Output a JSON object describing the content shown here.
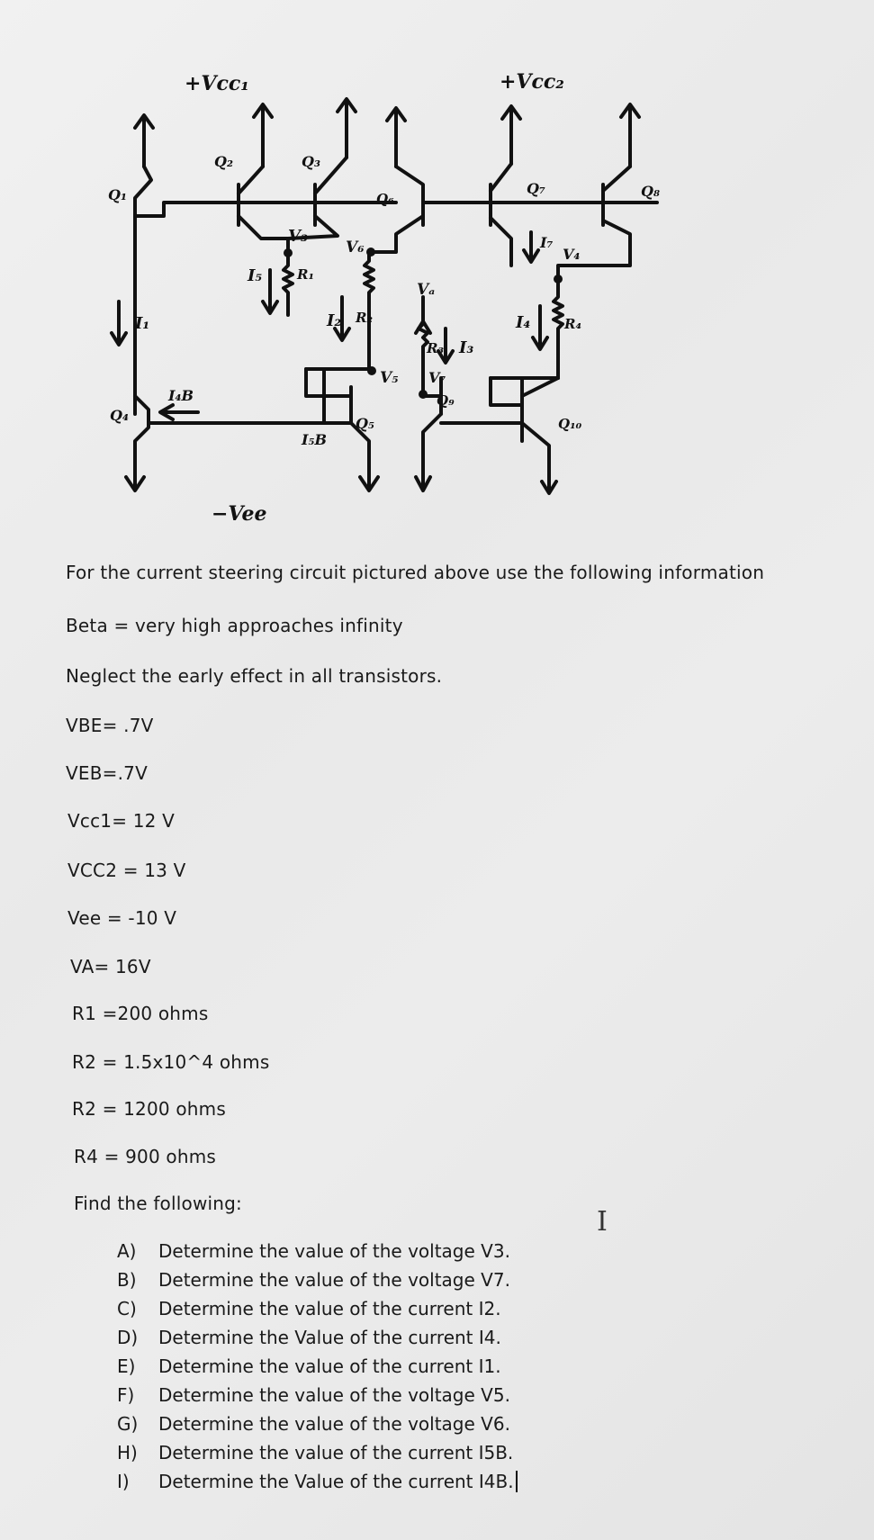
{
  "circuit": {
    "labels": {
      "vcc1": "+Vcc₁",
      "vcc2": "+Vcc₂",
      "vee": "−Vee",
      "q1": "Q₁",
      "q2": "Q₂",
      "q3": "Q₃",
      "q4": "Q₄",
      "q5": "Q₅",
      "q6": "Q₆",
      "q7": "Q₇",
      "q8": "Q₈",
      "q9": "Q₉",
      "q10": "Q₁₀",
      "r1": "R₁",
      "r2": "R₂",
      "r3": "R₃",
      "r4": "R₄",
      "i1": "I₁",
      "i2": "I₂",
      "i3": "I₃",
      "i4": "I₄",
      "i5": "I₅",
      "i7": "I₇",
      "i4b": "I₄B",
      "i5b": "I₅B",
      "v3": "V₃",
      "v5": "V₅",
      "v6": "V₆",
      "v7": "V₇",
      "va": "Vₐ",
      "vx": "V₄"
    }
  },
  "intro": "For the current steering circuit pictured above use the following information",
  "givens": [
    "Beta = very high approaches infinity",
    "Neglect the early effect in all transistors.",
    "VBE= .7V",
    "VEB=.7V",
    "Vcc1= 12 V",
    "VCC2 = 13 V",
    "Vee = -10 V",
    "VA= 16V",
    "R1 =200 ohms",
    "R2 = 1.5x10^4 ohms",
    "R2 = 1200 ohms",
    "R4 = 900 ohms",
    "Find the following:"
  ],
  "questions": [
    {
      "marker": "A)",
      "text": "Determine the value of the voltage V3."
    },
    {
      "marker": "B)",
      "text": "Determine the value of the voltage V7."
    },
    {
      "marker": "C)",
      "text": "Determine the value of the current I2."
    },
    {
      "marker": "D)",
      "text": "Determine the Value of the current I4."
    },
    {
      "marker": "E)",
      "text": "Determine the value of the current I1."
    },
    {
      "marker": "F)",
      "text": "Determine the value of the voltage V5."
    },
    {
      "marker": "G)",
      "text": "Determine the value of the voltage V6."
    },
    {
      "marker": "H)",
      "text": "Determine the value of the current I5B."
    },
    {
      "marker": "I)",
      "text": "Determine the Value of the current I4B."
    }
  ],
  "cursor_glyph": "I"
}
